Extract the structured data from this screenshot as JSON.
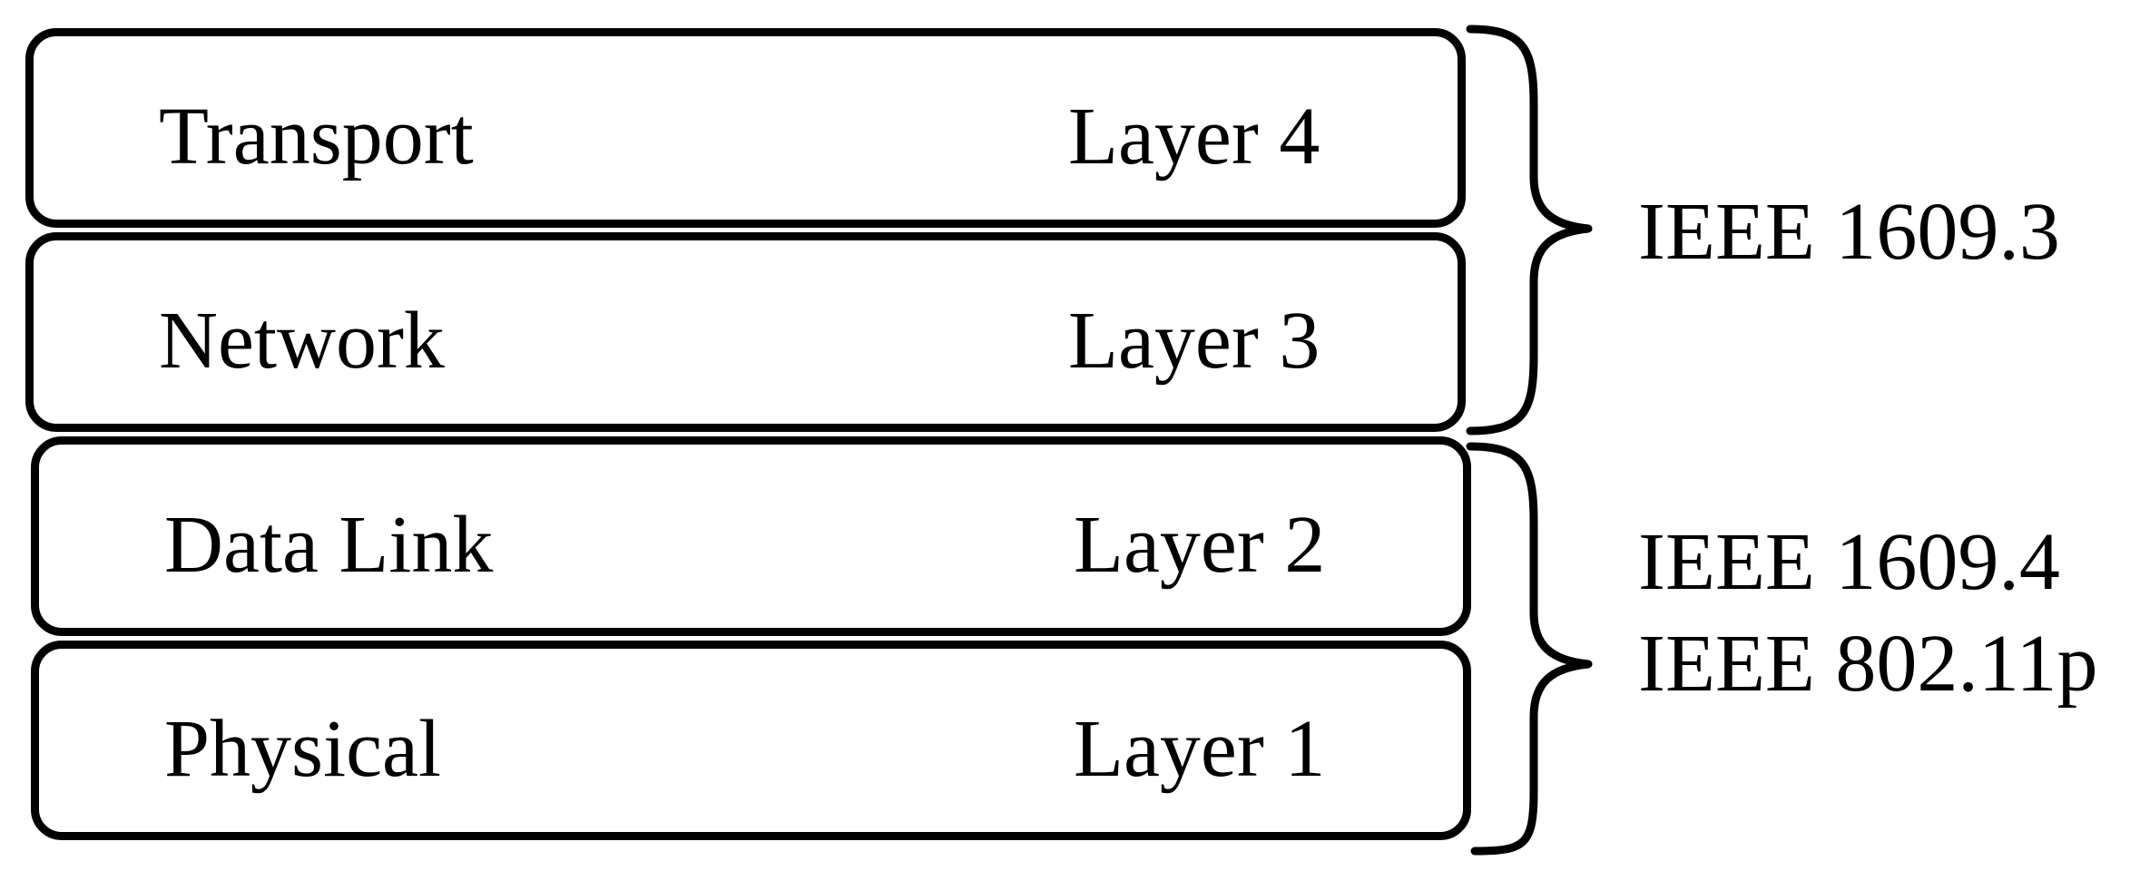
{
  "diagram": {
    "layers": [
      {
        "name": "Transport",
        "number": "Layer 4"
      },
      {
        "name": "Network",
        "number": "Layer 3"
      },
      {
        "name": "Data Link",
        "number": "Layer 2"
      },
      {
        "name": "Physical",
        "number": "Layer 1"
      }
    ],
    "standards": {
      "upper": [
        "IEEE 1609.3"
      ],
      "lower": [
        "IEEE 1609.4",
        "IEEE 802.11p"
      ]
    }
  }
}
